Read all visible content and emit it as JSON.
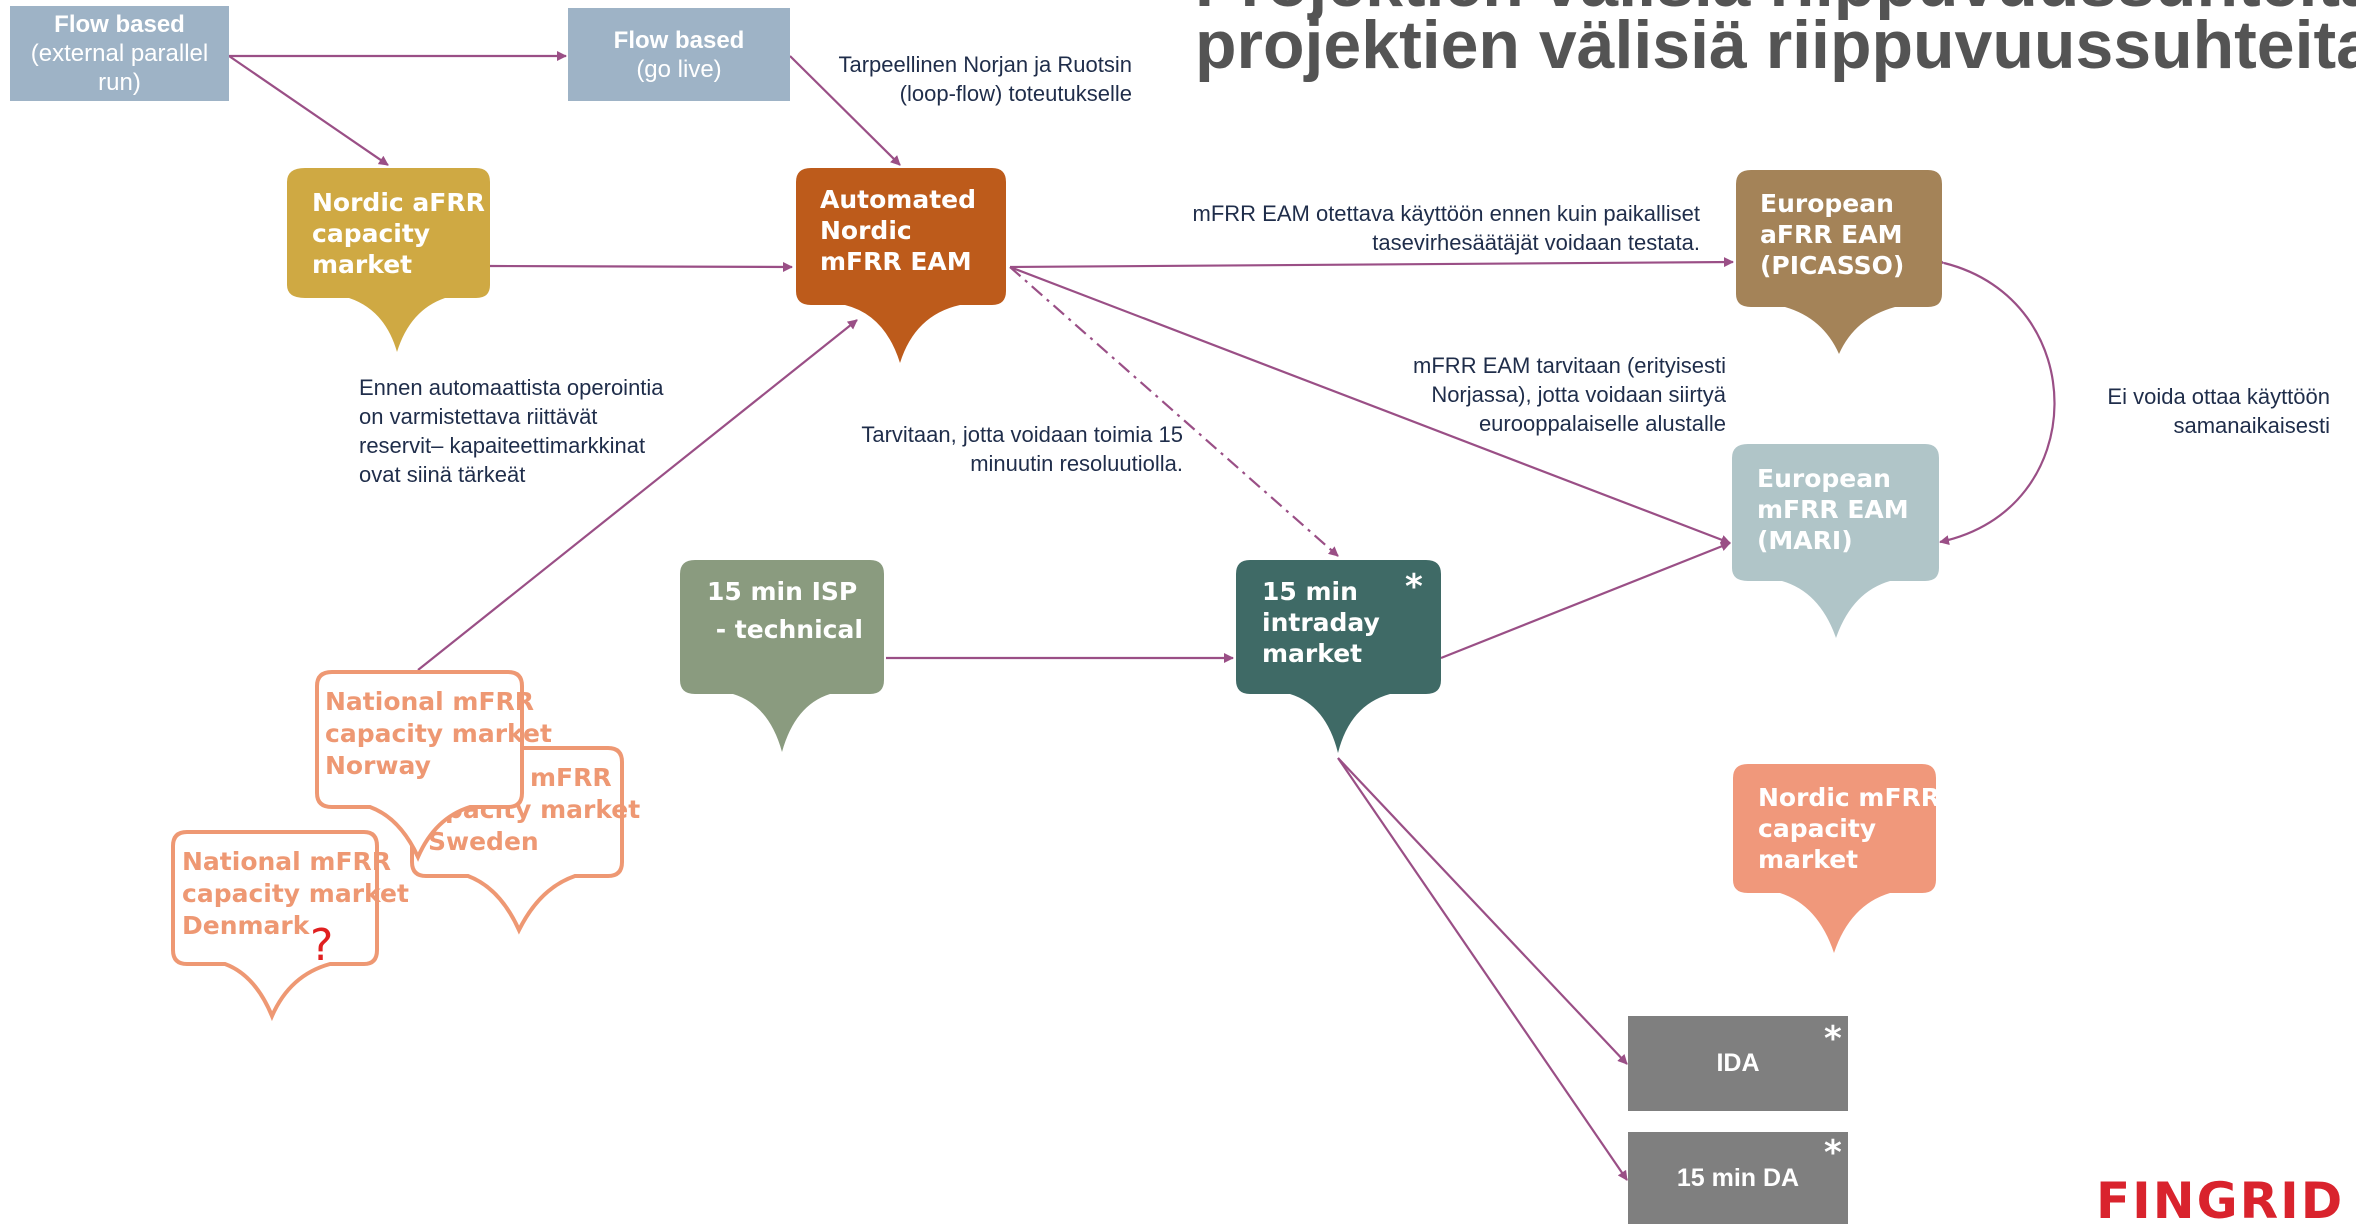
{
  "title": {
    "line1": "Projektien välisiä riippuvuussuhteita",
    "line2": "projektien välisiä riippuvuussuhteita"
  },
  "nodes": {
    "flow_ext": {
      "title": "Flow based",
      "lines": [
        "(external parallel",
        "run)"
      ]
    },
    "flow_live": {
      "title": "Flow based",
      "lines": [
        "(go live)"
      ]
    },
    "nordic_afrr": {
      "lines": [
        "Nordic aFRR",
        "capacity",
        "market"
      ],
      "color": "#cfa943"
    },
    "nordic_mfrr_eam": {
      "lines": [
        "Automated",
        "Nordic",
        "mFRR EAM"
      ],
      "color": "#bd5b1b"
    },
    "picasso": {
      "lines": [
        "European",
        "aFRR EAM",
        "(PICASSO)"
      ],
      "color": "#a48358"
    },
    "mari": {
      "lines": [
        "European",
        "mFRR EAM",
        "(MARI)"
      ],
      "color": "#b0c5c8"
    },
    "isp": {
      "lines": [
        "15 min ISP",
        " - technical"
      ],
      "color": "#8a9b7f"
    },
    "intraday": {
      "lines": [
        "15 min",
        "intraday",
        "market"
      ],
      "star": "*",
      "color": "#3f6a66"
    },
    "nordic_mfrr_cap": {
      "lines": [
        "Nordic mFRR",
        "capacity",
        "market"
      ],
      "color": "#f0987b"
    },
    "norway": {
      "lines": [
        "National mFRR",
        "capacity market",
        "Norway"
      ]
    },
    "sweden": {
      "lines": [
        "mFRR",
        "pacity market",
        "Sweden"
      ]
    },
    "denmark": {
      "lines": [
        "National mFRR",
        "capacity market",
        "Denmark"
      ],
      "question": "?"
    },
    "ida": {
      "label": "IDA",
      "star": "*"
    },
    "da": {
      "label": "15 min DA",
      "star": "*"
    }
  },
  "annotations": {
    "loopflow": [
      "Tarpeellinen Norjan ja Ruotsin",
      "(loop-flow) toteutukselle"
    ],
    "ennen": [
      "mFRR EAM otettava käyttöön ennen kuin paikalliset",
      "tasevirhesäätäjät voidaan testata."
    ],
    "norjassa": [
      "mFRR EAM tarvitaan (erityisesti",
      "Norjassa), jotta voidaan siirtyä",
      "eurooppalaiselle alustalle"
    ],
    "samanaikaisesti": [
      "Ei voida ottaa käyttöön",
      "samanaikaisesti"
    ],
    "reservit": [
      "Ennen automaattista operointia",
      "on varmistettava riittävät",
      "reservit– kapaiteettimarkkinat",
      "ovat siinä tärkeät"
    ],
    "resoluutio": [
      "Tarvitaan, jotta voidaan toimia 15",
      "minuutin resoluutiolla."
    ]
  },
  "logo": "FINGRID",
  "colors": {
    "arrow": "#9a4f86",
    "blue_box": "#9eb3c6",
    "grey_box": "#7f7f7f",
    "outline_orange": "#ee9873"
  }
}
